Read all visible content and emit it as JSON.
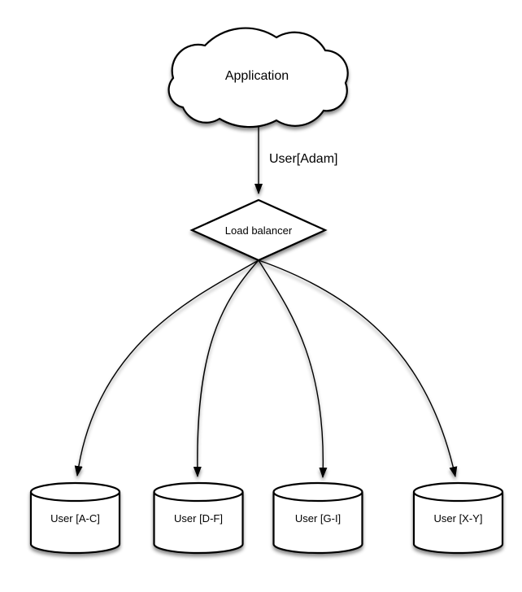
{
  "colors": {
    "stroke": "#000000",
    "node_fill": "#ffffff",
    "text": "#000000",
    "background": "#ffffff"
  },
  "nodes": {
    "application": {
      "label": "Application",
      "shape": "cloud"
    },
    "load_balancer": {
      "label": "Load balancer",
      "shape": "diamond"
    },
    "shards": [
      {
        "label": "User [A-C]",
        "shape": "cylinder"
      },
      {
        "label": "User [D-F]",
        "shape": "cylinder"
      },
      {
        "label": "User [G-I]",
        "shape": "cylinder"
      },
      {
        "label": "User [X-Y]",
        "shape": "cylinder"
      }
    ]
  },
  "edges": [
    {
      "from": "application",
      "to": "load_balancer",
      "label": "User[Adam]"
    },
    {
      "from": "load_balancer",
      "to": "shards.0",
      "label": ""
    },
    {
      "from": "load_balancer",
      "to": "shards.1",
      "label": ""
    },
    {
      "from": "load_balancer",
      "to": "shards.2",
      "label": ""
    },
    {
      "from": "load_balancer",
      "to": "shards.3",
      "label": ""
    }
  ]
}
